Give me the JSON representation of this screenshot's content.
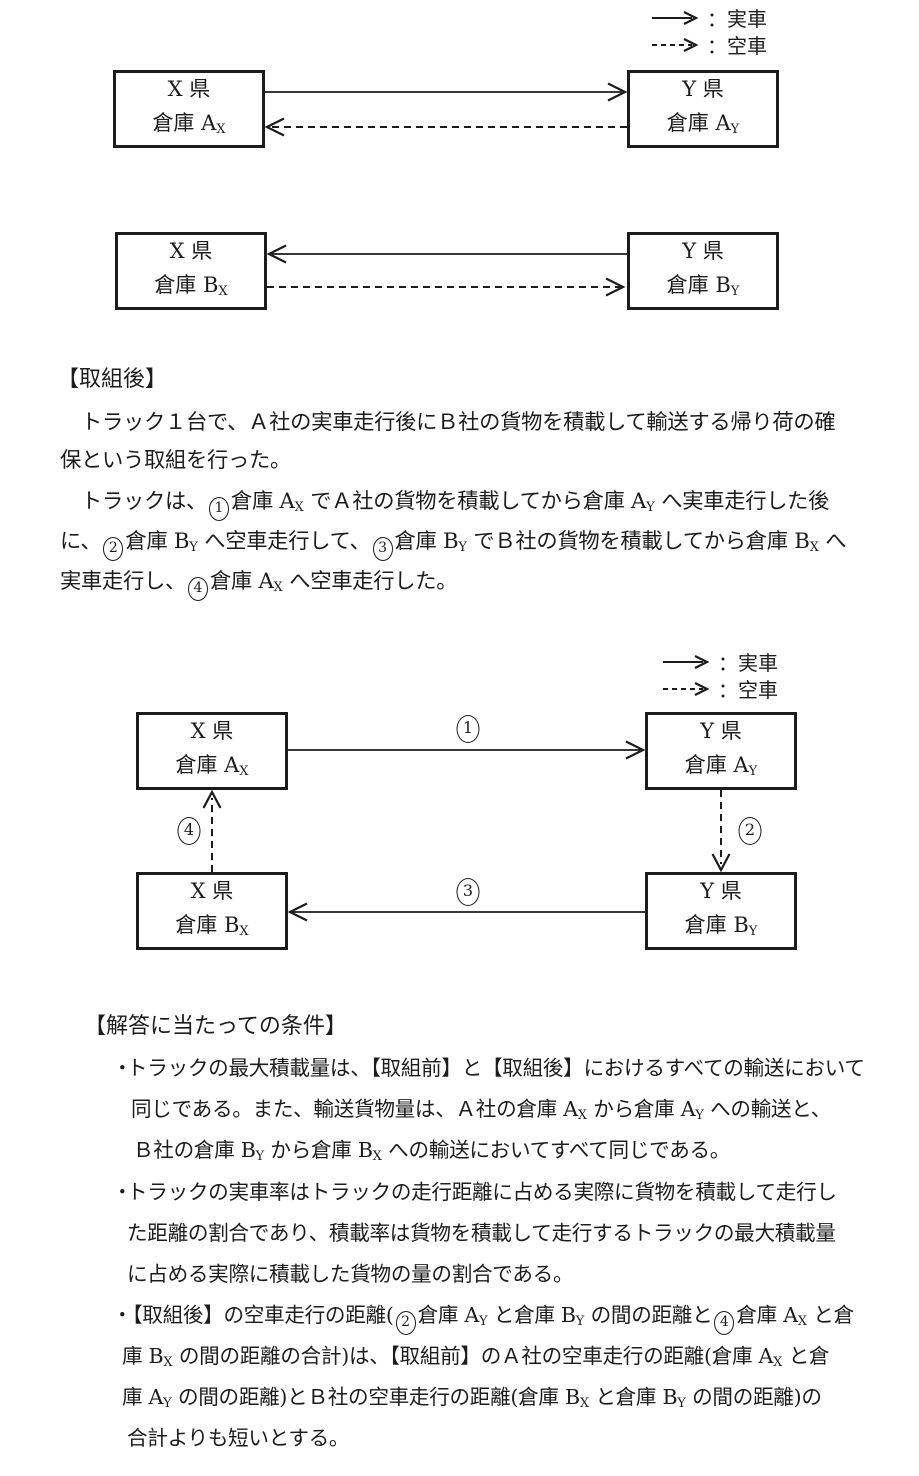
{
  "page": {
    "background": "#ffffff",
    "ink": "#1c1c1c"
  },
  "legend_top": {
    "solid_label": "：実車",
    "dashed_label": "：空車"
  },
  "legend_mid": {
    "solid_label": "：実車",
    "dashed_label": "：空車"
  },
  "diagram_before": {
    "box_ax": {
      "lines": [
        [
          {
            "t": "X 県"
          }
        ],
        [
          {
            "t": "倉庫 A"
          },
          {
            "s": "X"
          }
        ]
      ]
    },
    "box_ay": {
      "lines": [
        [
          {
            "t": "Y 県"
          }
        ],
        [
          {
            "t": "倉庫 A"
          },
          {
            "s": "Y"
          }
        ]
      ]
    },
    "box_bx": {
      "lines": [
        [
          {
            "t": "X 県"
          }
        ],
        [
          {
            "t": "倉庫 B"
          },
          {
            "s": "X"
          }
        ]
      ]
    },
    "box_by": {
      "lines": [
        [
          {
            "t": "Y 県"
          }
        ],
        [
          {
            "t": "倉庫 B"
          },
          {
            "s": "Y"
          }
        ]
      ]
    }
  },
  "section_after": {
    "heading": "【取組後】",
    "paragraph1_lines": [
      [
        {
          "t": "　トラック１台で、Ａ社の実車走行後にＢ社の貨物を積載して輸送する帰り荷の確"
        }
      ],
      [
        {
          "t": "保という取組を行った。"
        }
      ]
    ],
    "paragraph2_lines": [
      [
        {
          "t": "　トラックは、"
        },
        {
          "c": "1"
        },
        {
          "t": "倉庫 A"
        },
        {
          "s": "X"
        },
        {
          "t": " でＡ社の貨物を積載してから倉庫 A"
        },
        {
          "s": "Y"
        },
        {
          "t": " へ実車走行した後"
        }
      ],
      [
        {
          "t": "に、"
        },
        {
          "c": "2"
        },
        {
          "t": "倉庫 B"
        },
        {
          "s": "Y"
        },
        {
          "t": " へ空車走行して、"
        },
        {
          "c": "3"
        },
        {
          "t": "倉庫 B"
        },
        {
          "s": "Y"
        },
        {
          "t": " でＢ社の貨物を積載してから倉庫 B"
        },
        {
          "s": "X"
        },
        {
          "t": " へ"
        }
      ],
      [
        {
          "t": "実車走行し、"
        },
        {
          "c": "4"
        },
        {
          "t": "倉庫 A"
        },
        {
          "s": "X"
        },
        {
          "t": " へ空車走行した。"
        }
      ]
    ]
  },
  "diagram_after": {
    "box_ax": {
      "lines": [
        [
          {
            "t": "X 県"
          }
        ],
        [
          {
            "t": "倉庫 A"
          },
          {
            "s": "X"
          }
        ]
      ]
    },
    "box_ay": {
      "lines": [
        [
          {
            "t": "Y 県"
          }
        ],
        [
          {
            "t": "倉庫 A"
          },
          {
            "s": "Y"
          }
        ]
      ]
    },
    "box_bx": {
      "lines": [
        [
          {
            "t": "X 県"
          }
        ],
        [
          {
            "t": "倉庫 B"
          },
          {
            "s": "X"
          }
        ]
      ]
    },
    "box_by": {
      "lines": [
        [
          {
            "t": "Y 県"
          }
        ],
        [
          {
            "t": "倉庫 B"
          },
          {
            "s": "Y"
          }
        ]
      ]
    },
    "step1": "1",
    "step2": "2",
    "step3": "3",
    "step4": "4"
  },
  "section_conditions": {
    "heading": "【解答に当たっての条件】",
    "bullet_marker": "・",
    "bullets": [
      {
        "lines": [
          [
            {
              "t": "トラックの最大積載量は、【取組前】と【取組後】におけるすべての輸送において"
            }
          ],
          [
            {
              "t": "同じである。また、輸送貨物量は、Ａ社の倉庫 A"
            },
            {
              "s": "X"
            },
            {
              "t": " から倉庫 A"
            },
            {
              "s": "Y"
            },
            {
              "t": " への輸送と、"
            }
          ],
          [
            {
              "t": "Ｂ社の倉庫 B"
            },
            {
              "s": "Y"
            },
            {
              "t": " から倉庫 B"
            },
            {
              "s": "X"
            },
            {
              "t": " への輸送においてすべて同じである。"
            }
          ]
        ]
      },
      {
        "lines": [
          [
            {
              "t": "トラックの実車率はトラックの走行距離に占める実際に貨物を積載して走行し"
            }
          ],
          [
            {
              "t": "た距離の割合であり、積載率は貨物を積載して走行するトラックの最大積載量"
            }
          ],
          [
            {
              "t": "に占める実際に積載した貨物の量の割合である。"
            }
          ]
        ]
      },
      {
        "lines": [
          [
            {
              "t": "【取組後】の空車走行の距離("
            },
            {
              "c": "2"
            },
            {
              "t": "倉庫 A"
            },
            {
              "s": "Y"
            },
            {
              "t": " と倉庫 B"
            },
            {
              "s": "Y"
            },
            {
              "t": " の間の距離と"
            },
            {
              "c": "4"
            },
            {
              "t": "倉庫 A"
            },
            {
              "s": "X"
            },
            {
              "t": " と倉"
            }
          ],
          [
            {
              "t": "庫 B"
            },
            {
              "s": "X"
            },
            {
              "t": " の間の距離の合計)は、【取組前】のＡ社の空車走行の距離(倉庫 A"
            },
            {
              "s": "X"
            },
            {
              "t": " と倉"
            }
          ],
          [
            {
              "t": "庫 A"
            },
            {
              "s": "Y"
            },
            {
              "t": " の間の距離)とＢ社の空車走行の距離(倉庫 B"
            },
            {
              "s": "X"
            },
            {
              "t": " と倉庫 B"
            },
            {
              "s": "Y"
            },
            {
              "t": " の間の距離)の"
            }
          ],
          [
            {
              "t": "合計よりも短いとする。"
            }
          ]
        ]
      }
    ]
  }
}
